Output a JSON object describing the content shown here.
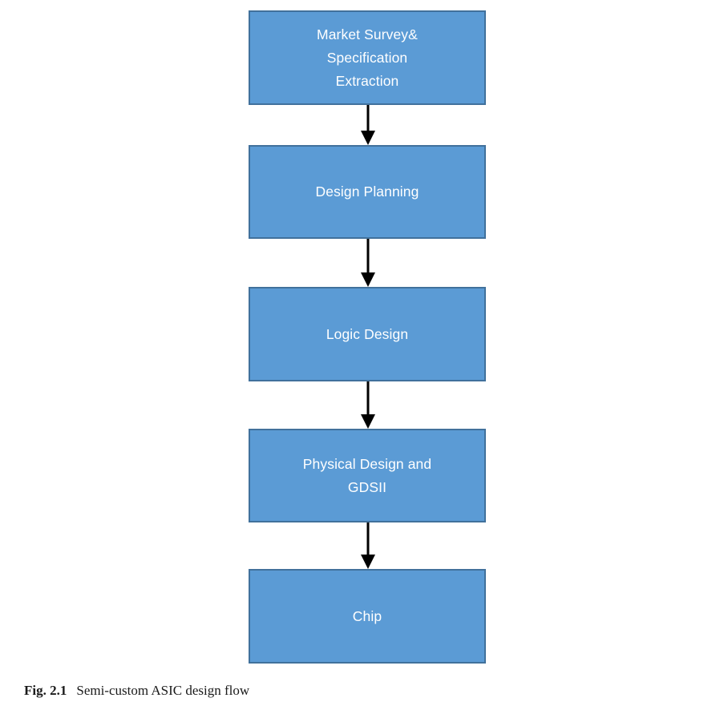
{
  "figure": {
    "caption_number": "Fig. 2.1",
    "caption_text": "Semi-custom ASIC design flow"
  },
  "colors": {
    "box_fill": "#5b9bd5",
    "box_border": "#41719c",
    "box_text": "#ffffff",
    "arrow": "#000000",
    "background": "#ffffff",
    "caption_text": "#1a1a1a"
  },
  "chart_data": {
    "type": "diagram",
    "diagram_kind": "flowchart",
    "orientation": "vertical top-to-bottom",
    "title": "Semi-custom ASIC design flow",
    "nodes": [
      {
        "id": "market-survey",
        "label": "Market Survey&\nSpecification\nExtraction",
        "order": 1
      },
      {
        "id": "design-planning",
        "label": "Design Planning",
        "order": 2
      },
      {
        "id": "logic-design",
        "label": "Logic Design",
        "order": 3
      },
      {
        "id": "physical-design",
        "label": "Physical Design and\nGDSII",
        "order": 4
      },
      {
        "id": "chip",
        "label": "Chip",
        "order": 5
      }
    ],
    "edges": [
      {
        "from": "market-survey",
        "to": "design-planning",
        "style": "solid-arrow"
      },
      {
        "from": "design-planning",
        "to": "logic-design",
        "style": "solid-arrow"
      },
      {
        "from": "logic-design",
        "to": "physical-design",
        "style": "solid-arrow"
      },
      {
        "from": "physical-design",
        "to": "chip",
        "style": "solid-arrow"
      }
    ]
  }
}
